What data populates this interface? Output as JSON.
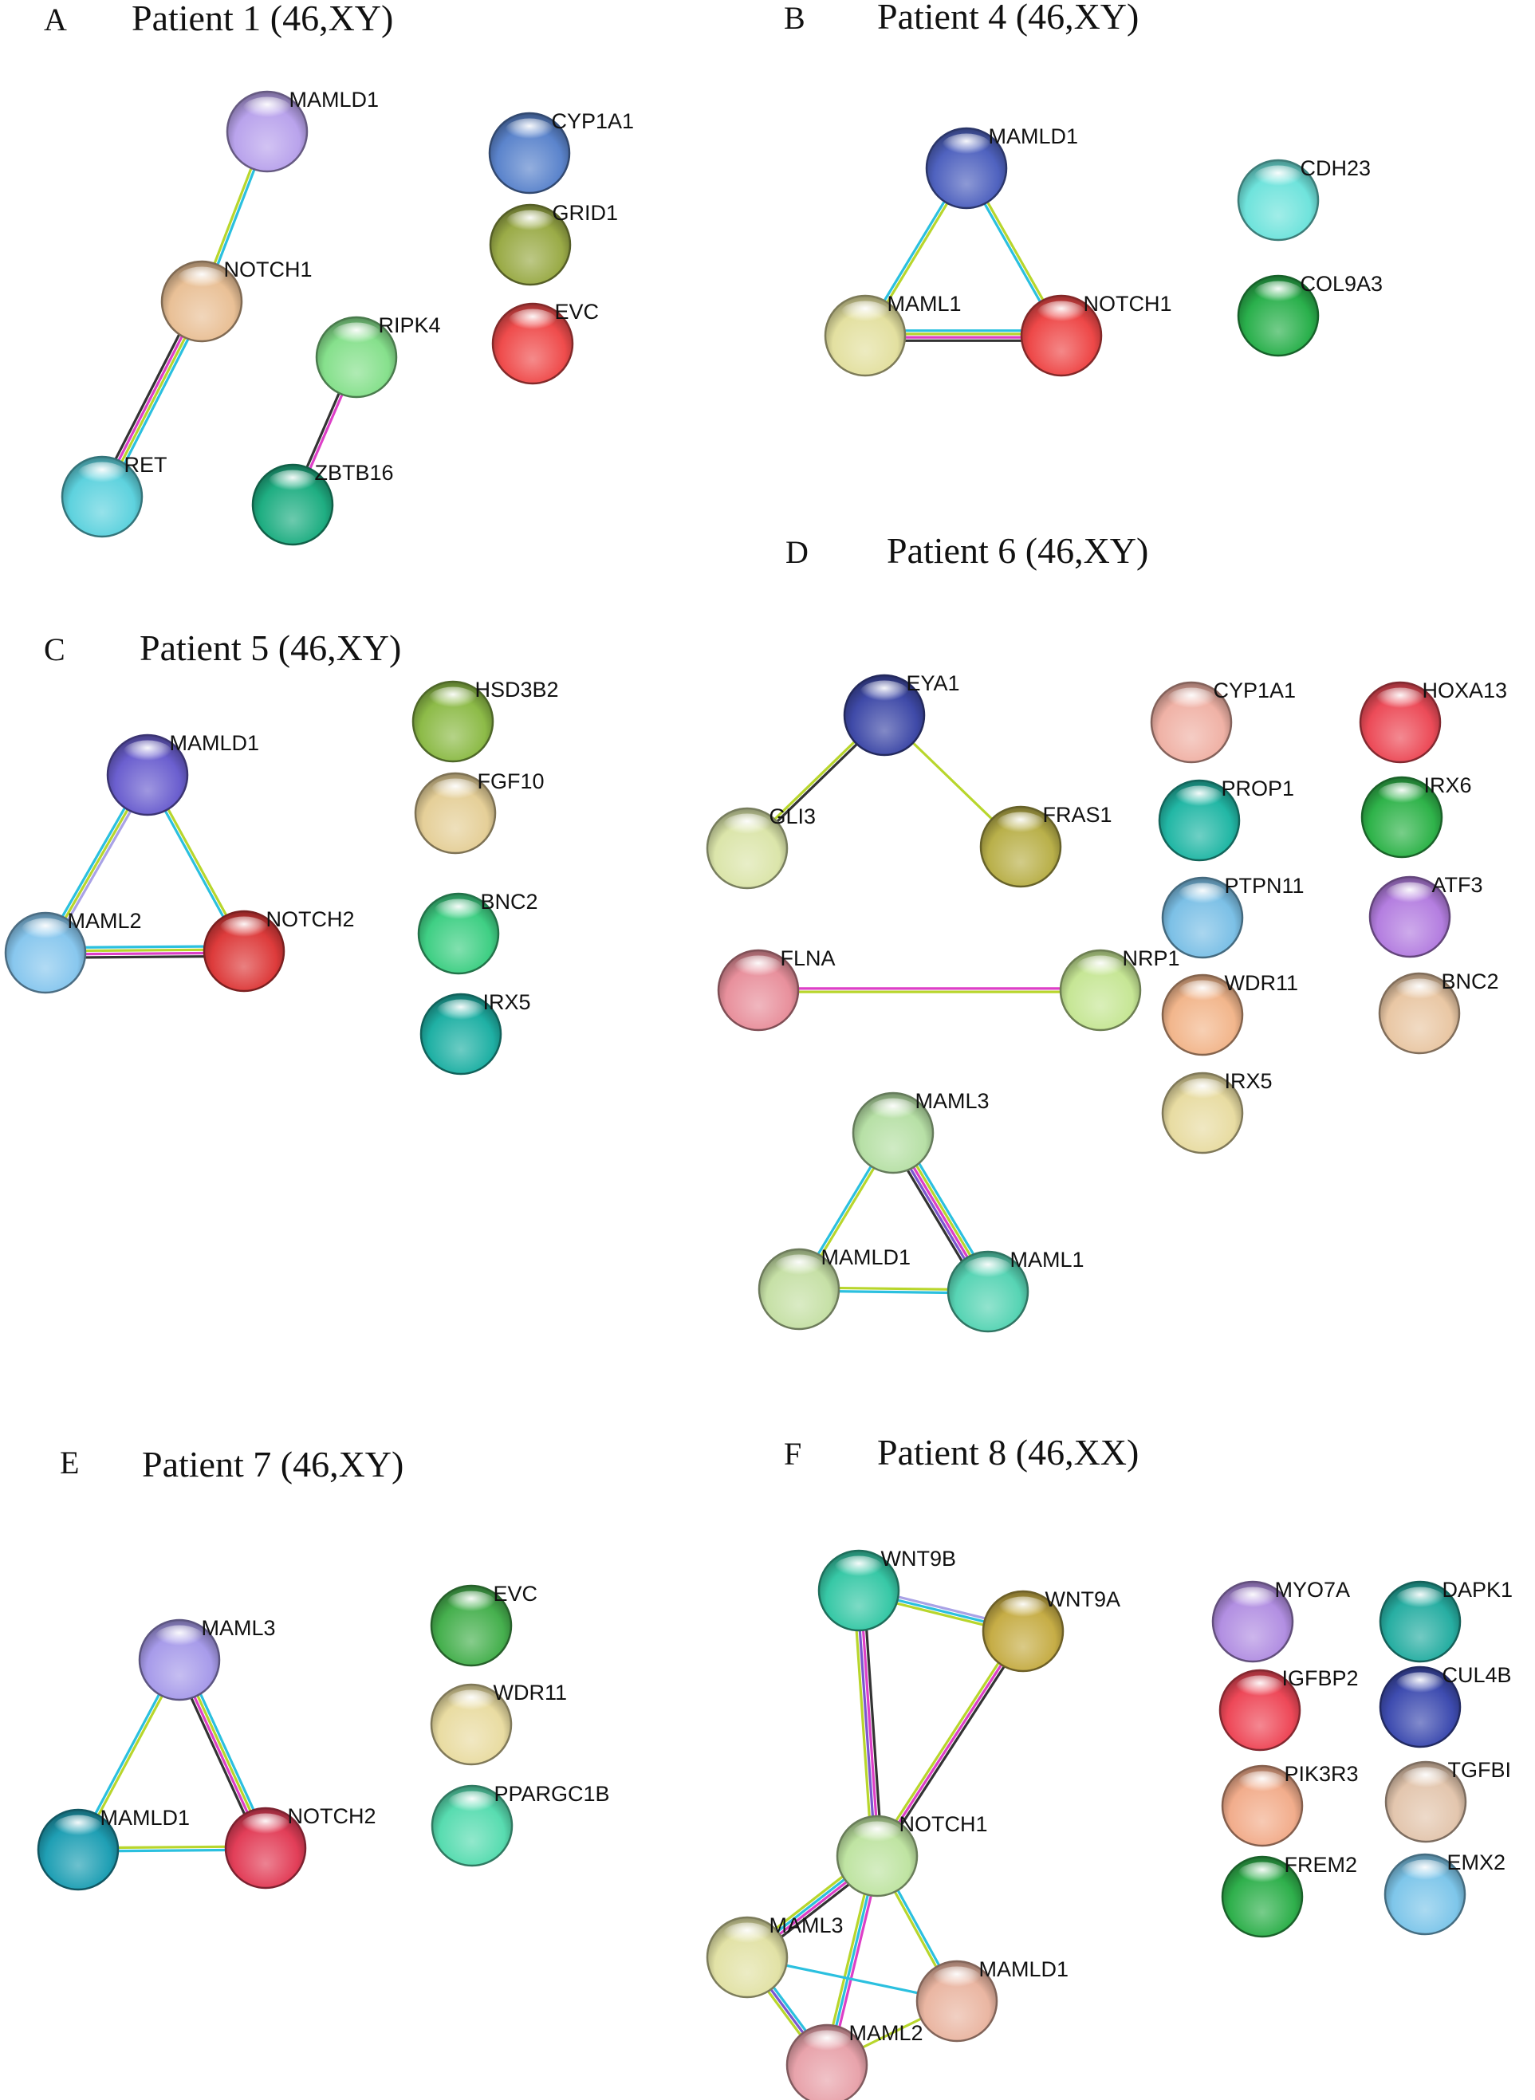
{
  "edge_colors": {
    "cyan": "#2bc0df",
    "yellow": "#b8d62c",
    "magenta": "#dd3fc7",
    "black": "#333333",
    "lavender": "#a9a2e6",
    "violet": "#7b56cf"
  },
  "panels": [
    {
      "letter": "A",
      "title": "Patient 1 (46,XY)",
      "nodes": [
        {
          "id": "MAMLD1",
          "label": "MAMLD1",
          "color": "#b9a3ec"
        },
        {
          "id": "NOTCH1",
          "label": "NOTCH1",
          "color": "#e9c096"
        },
        {
          "id": "RET",
          "label": "RET",
          "color": "#5ed2de"
        },
        {
          "id": "RIPK4",
          "label": "RIPK4",
          "color": "#86e08c"
        },
        {
          "id": "ZBTB16",
          "label": "ZBTB16",
          "color": "#1fae82"
        },
        {
          "id": "CYP1A1",
          "label": "CYP1A1",
          "color": "#5b84cc"
        },
        {
          "id": "GRID1",
          "label": "GRID1",
          "color": "#9aab47"
        },
        {
          "id": "EVC",
          "label": "EVC",
          "color": "#ef4c4c"
        }
      ],
      "edges": [
        {
          "a": "MAMLD1",
          "b": "NOTCH1",
          "types": [
            "cyan",
            "yellow"
          ]
        },
        {
          "a": "NOTCH1",
          "b": "RET",
          "types": [
            "cyan",
            "yellow",
            "magenta",
            "black"
          ]
        },
        {
          "a": "RIPK4",
          "b": "ZBTB16",
          "types": [
            "magenta",
            "black"
          ]
        }
      ]
    },
    {
      "letter": "B",
      "title": "Patient 4 (46,XY)",
      "nodes": [
        {
          "id": "MAMLD1",
          "label": "MAMLD1",
          "color": "#4f62bf"
        },
        {
          "id": "MAML1",
          "label": "MAML1",
          "color": "#e3e0a0"
        },
        {
          "id": "NOTCH1",
          "label": "NOTCH1",
          "color": "#ee4848"
        },
        {
          "id": "CDH23",
          "label": "CDH23",
          "color": "#6fe3dc"
        },
        {
          "id": "COL9A3",
          "label": "COL9A3",
          "color": "#2ab04c"
        }
      ],
      "edges": [
        {
          "a": "MAMLD1",
          "b": "MAML1",
          "types": [
            "yellow",
            "cyan"
          ]
        },
        {
          "a": "MAMLD1",
          "b": "NOTCH1",
          "types": [
            "yellow",
            "cyan"
          ]
        },
        {
          "a": "MAML1",
          "b": "NOTCH1",
          "types": [
            "cyan",
            "yellow",
            "magenta",
            "black"
          ]
        }
      ]
    },
    {
      "letter": "C",
      "title": "Patient 5 (46,XY)",
      "nodes": [
        {
          "id": "MAMLD1",
          "label": "MAMLD1",
          "color": "#6b5fcf"
        },
        {
          "id": "MAML2",
          "label": "MAML2",
          "color": "#88c7ee"
        },
        {
          "id": "NOTCH2",
          "label": "NOTCH2",
          "color": "#dd3b3b"
        },
        {
          "id": "HSD3B2",
          "label": "HSD3B2",
          "color": "#8dbb48"
        },
        {
          "id": "FGF10",
          "label": "FGF10",
          "color": "#e5cf98"
        },
        {
          "id": "BNC2",
          "label": "BNC2",
          "color": "#3fcf84"
        },
        {
          "id": "IRX5",
          "label": "IRX5",
          "color": "#1fb0a4"
        }
      ],
      "edges": [
        {
          "a": "MAMLD1",
          "b": "MAML2",
          "types": [
            "lavender",
            "yellow",
            "cyan"
          ]
        },
        {
          "a": "MAMLD1",
          "b": "NOTCH2",
          "types": [
            "yellow",
            "cyan"
          ]
        },
        {
          "a": "MAML2",
          "b": "NOTCH2",
          "types": [
            "cyan",
            "yellow",
            "magenta",
            "black"
          ]
        }
      ]
    },
    {
      "letter": "D",
      "title": "Patient 6 (46,XY)",
      "nodes": [
        {
          "id": "EYA1",
          "label": "EYA1",
          "color": "#3f4aa8"
        },
        {
          "id": "GLI3",
          "label": "GLI3",
          "color": "#dbe5aa"
        },
        {
          "id": "FRAS1",
          "label": "FRAS1",
          "color": "#b9b04a"
        },
        {
          "id": "FLNA",
          "label": "FLNA",
          "color": "#e8909c"
        },
        {
          "id": "NRP1",
          "label": "NRP1",
          "color": "#c6e695"
        },
        {
          "id": "MAML3",
          "label": "MAML3",
          "color": "#b7e0a6"
        },
        {
          "id": "MAMLD1",
          "label": "MAMLD1",
          "color": "#c6e0a6"
        },
        {
          "id": "MAML1",
          "label": "MAML1",
          "color": "#57d4b4"
        },
        {
          "id": "CYP1A1",
          "label": "CYP1A1",
          "color": "#f0b2a6"
        },
        {
          "id": "PROP1",
          "label": "PROP1",
          "color": "#22b7a5"
        },
        {
          "id": "PTPN11",
          "label": "PTPN11",
          "color": "#7cc0e6"
        },
        {
          "id": "WDR11",
          "label": "WDR11",
          "color": "#f2b68c"
        },
        {
          "id": "IRX5",
          "label": "IRX5",
          "color": "#e8dca2"
        },
        {
          "id": "HOXA13",
          "label": "HOXA13",
          "color": "#ec4b58"
        },
        {
          "id": "IRX6",
          "label": "IRX6",
          "color": "#2fb34a"
        },
        {
          "id": "ATF3",
          "label": "ATF3",
          "color": "#b47ee0"
        },
        {
          "id": "BNC2",
          "label": "BNC2",
          "color": "#e9c7a4"
        }
      ],
      "edges": [
        {
          "a": "EYA1",
          "b": "GLI3",
          "types": [
            "black",
            "yellow"
          ]
        },
        {
          "a": "EYA1",
          "b": "FRAS1",
          "types": [
            "yellow"
          ]
        },
        {
          "a": "FLNA",
          "b": "NRP1",
          "types": [
            "magenta",
            "yellow"
          ]
        },
        {
          "a": "MAML3",
          "b": "MAMLD1",
          "types": [
            "yellow",
            "cyan"
          ]
        },
        {
          "a": "MAML3",
          "b": "MAML1",
          "types": [
            "cyan",
            "yellow",
            "magenta",
            "violet",
            "black"
          ]
        },
        {
          "a": "MAMLD1",
          "b": "MAML1",
          "types": [
            "yellow",
            "cyan"
          ]
        }
      ]
    },
    {
      "letter": "E",
      "title": "Patient 7 (46,XY)",
      "nodes": [
        {
          "id": "MAML3",
          "label": "MAML3",
          "color": "#a79bea"
        },
        {
          "id": "MAMLD1",
          "label": "MAMLD1",
          "color": "#1f9fb4"
        },
        {
          "id": "NOTCH2",
          "label": "NOTCH2",
          "color": "#e23e58"
        },
        {
          "id": "EVC",
          "label": "EVC",
          "color": "#46b04e"
        },
        {
          "id": "WDR11",
          "label": "WDR11",
          "color": "#e9dca2"
        },
        {
          "id": "PPARGC1B",
          "label": "PPARGC1B",
          "color": "#58dcb0"
        }
      ],
      "edges": [
        {
          "a": "MAML3",
          "b": "MAMLD1",
          "types": [
            "yellow",
            "cyan"
          ]
        },
        {
          "a": "MAML3",
          "b": "NOTCH2",
          "types": [
            "cyan",
            "yellow",
            "magenta",
            "black"
          ]
        },
        {
          "a": "MAMLD1",
          "b": "NOTCH2",
          "types": [
            "yellow",
            "cyan"
          ]
        }
      ]
    },
    {
      "letter": "F",
      "title": "Patient 8 (46,XX)",
      "nodes": [
        {
          "id": "WNT9B",
          "label": "WNT9B",
          "color": "#37c8a6"
        },
        {
          "id": "WNT9A",
          "label": "WNT9A",
          "color": "#c6ad46"
        },
        {
          "id": "NOTCH1",
          "label": "NOTCH1",
          "color": "#bfe4a2"
        },
        {
          "id": "MAML3",
          "label": "MAML3",
          "color": "#e2e2a6"
        },
        {
          "id": "MAMLD1",
          "label": "MAMLD1",
          "color": "#eab6a2"
        },
        {
          "id": "MAML2",
          "label": "MAML2",
          "color": "#e8a3ab"
        },
        {
          "id": "MYO7A",
          "label": "MYO7A",
          "color": "#b28fe2"
        },
        {
          "id": "DAPK1",
          "label": "DAPK1",
          "color": "#27aea2"
        },
        {
          "id": "IGFBP2",
          "label": "IGFBP2",
          "color": "#ee4858"
        },
        {
          "id": "CUL4B",
          "label": "CUL4B",
          "color": "#3e4cb0"
        },
        {
          "id": "PIK3R3",
          "label": "PIK3R3",
          "color": "#f2ad8c"
        },
        {
          "id": "TGFBI",
          "label": "TGFBI",
          "color": "#e3c6ae"
        },
        {
          "id": "FREM2",
          "label": "FREM2",
          "color": "#2fb04c"
        },
        {
          "id": "EMX2",
          "label": "EMX2",
          "color": "#7ec6ea"
        }
      ],
      "edges": [
        {
          "a": "WNT9B",
          "b": "WNT9A",
          "types": [
            "lavender",
            "cyan",
            "yellow"
          ]
        },
        {
          "a": "WNT9B",
          "b": "NOTCH1",
          "types": [
            "black",
            "magenta",
            "violet",
            "yellow"
          ]
        },
        {
          "a": "WNT9A",
          "b": "NOTCH1",
          "types": [
            "black",
            "magenta",
            "yellow"
          ]
        },
        {
          "a": "NOTCH1",
          "b": "MAML3",
          "types": [
            "black",
            "magenta",
            "cyan",
            "yellow"
          ]
        },
        {
          "a": "NOTCH1",
          "b": "MAMLD1",
          "types": [
            "cyan",
            "yellow"
          ]
        },
        {
          "a": "NOTCH1",
          "b": "MAML2",
          "types": [
            "magenta",
            "cyan",
            "yellow"
          ]
        },
        {
          "a": "MAML3",
          "b": "MAMLD1",
          "types": [
            "cyan"
          ]
        },
        {
          "a": "MAML3",
          "b": "MAML2",
          "types": [
            "cyan",
            "violet",
            "yellow"
          ]
        },
        {
          "a": "MAMLD1",
          "b": "MAML2",
          "types": [
            "yellow"
          ]
        }
      ]
    }
  ]
}
